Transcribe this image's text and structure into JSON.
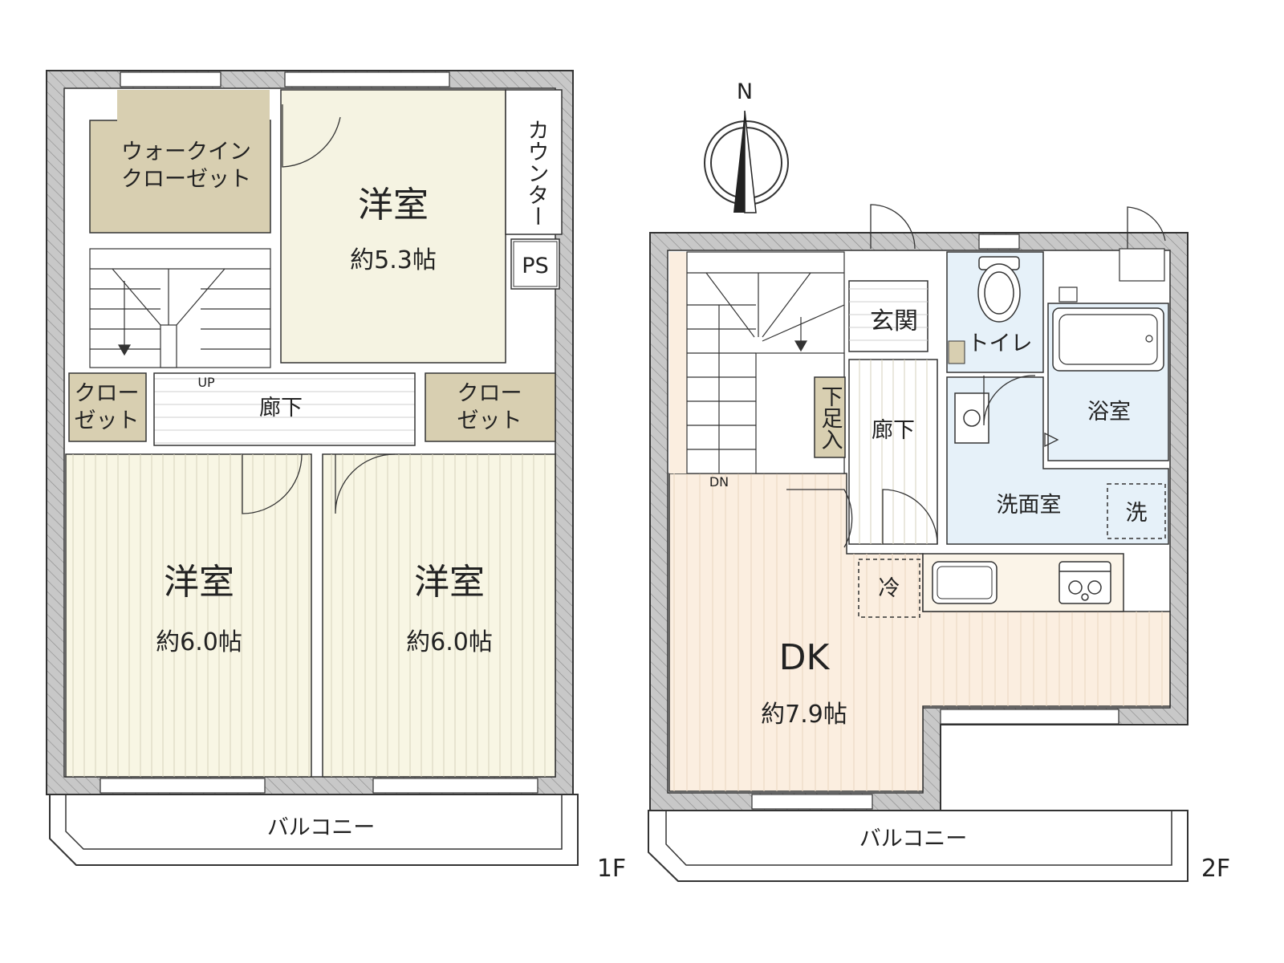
{
  "floor_1": {
    "floor_label": "1F",
    "walk_in_closet": {
      "line1": "ウォークイン",
      "line2": "クローゼット"
    },
    "room_north": {
      "name": "洋室",
      "area": "約5.3帖"
    },
    "counter": {
      "label": "カウンター"
    },
    "pipe_space": {
      "label": "PS"
    },
    "stairs": {
      "label": "UP"
    },
    "hallway": {
      "label": "廊下"
    },
    "closet_left": {
      "line1": "クロー",
      "line2": "ゼット"
    },
    "closet_right": {
      "line1": "クロー",
      "line2": "ゼット"
    },
    "room_southwest": {
      "name": "洋室",
      "area": "約6.0帖"
    },
    "room_southeast": {
      "name": "洋室",
      "area": "約6.0帖"
    },
    "balcony": {
      "label": "バルコニー"
    }
  },
  "floor_2": {
    "floor_label": "2F",
    "compass": {
      "label": "N"
    },
    "entrance": {
      "label": "玄関"
    },
    "toilet": {
      "label": "トイレ"
    },
    "bathroom": {
      "label": "浴室"
    },
    "shoe_box": {
      "label": "下足入"
    },
    "hallway": {
      "label": "廊下"
    },
    "stairs": {
      "label": "DN"
    },
    "washroom": {
      "label": "洗面室"
    },
    "washer": {
      "label": "洗"
    },
    "fridge": {
      "label": "冷"
    },
    "dk": {
      "name": "DK",
      "area": "約7.9帖"
    },
    "balcony": {
      "label": "バルコニー"
    }
  },
  "colors": {
    "wall": "#c8c8c8",
    "closet_fill": "#d8cfb1",
    "room_north_fill": "#f5f3e2",
    "room_south_fill": "#f8f6e4",
    "dk_fill": "#fbeee0",
    "wet_area_fill": "#e6f1f9",
    "line": "#333333"
  }
}
